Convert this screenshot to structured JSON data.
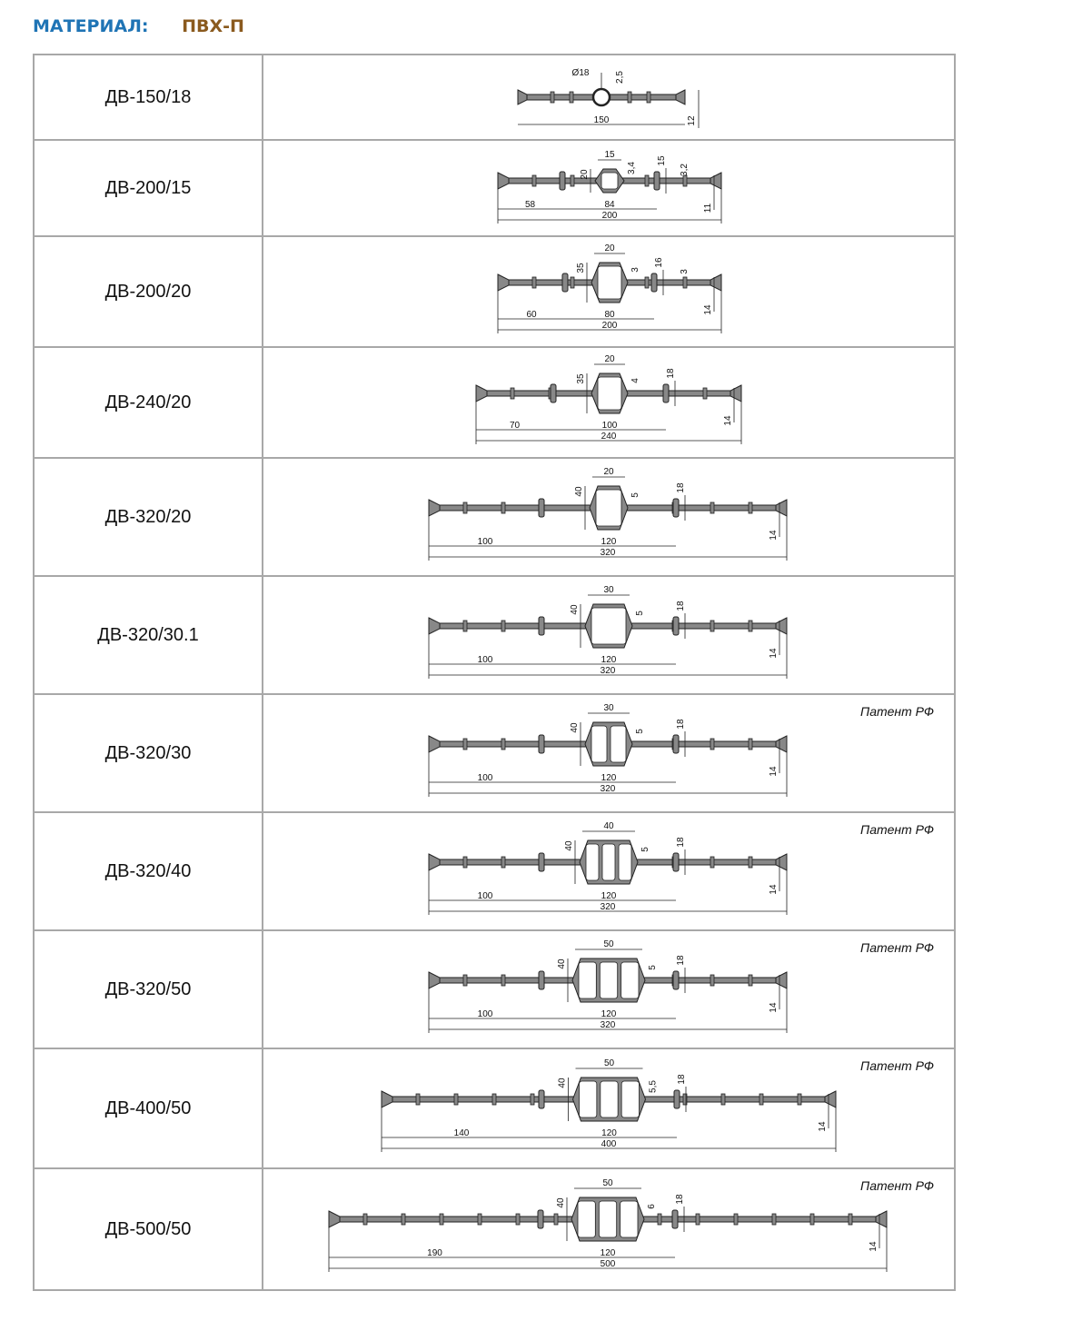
{
  "header": {
    "label": "МАТЕРИАЛ:",
    "value": "ПВХ-П"
  },
  "rows": [
    {
      "name": "ДВ-150/18",
      "note": "",
      "dims": {
        "d1": "Ø18",
        "d2": "2,5",
        "w": "150",
        "h": "12"
      }
    },
    {
      "name": "ДВ-200/15",
      "note": "",
      "dims": {
        "a": "20",
        "b": "15",
        "c": "3,4",
        "d": "15",
        "e": "3,2",
        "f": "11",
        "left": "58",
        "mid": "84",
        "total": "200"
      }
    },
    {
      "name": "ДВ-200/20",
      "note": "",
      "dims": {
        "a": "35",
        "b": "20",
        "c": "3",
        "d": "16",
        "e": "3",
        "f": "14",
        "left": "60",
        "mid": "80",
        "total": "200"
      }
    },
    {
      "name": "ДВ-240/20",
      "note": "",
      "dims": {
        "a": "35",
        "b": "20",
        "c": "4",
        "d": "18",
        "f": "14",
        "left": "70",
        "mid": "100",
        "total": "240"
      }
    },
    {
      "name": "ДВ-320/20",
      "note": "",
      "dims": {
        "a": "40",
        "b": "20",
        "c": "5",
        "d": "18",
        "f": "14",
        "left": "100",
        "mid": "120",
        "total": "320"
      }
    },
    {
      "name": "ДВ-320/30.1",
      "note": "",
      "dims": {
        "a": "40",
        "b": "30",
        "c": "5",
        "d": "18",
        "f": "14",
        "left": "100",
        "mid": "120",
        "total": "320"
      }
    },
    {
      "name": "ДВ-320/30",
      "note": "Патент РФ",
      "dims": {
        "a": "40",
        "b": "30",
        "c": "5",
        "d": "18",
        "f": "14",
        "left": "100",
        "mid": "120",
        "total": "320"
      }
    },
    {
      "name": "ДВ-320/40",
      "note": "Патент РФ",
      "dims": {
        "a": "40",
        "b": "40",
        "c": "5",
        "d": "18",
        "f": "14",
        "left": "100",
        "mid": "120",
        "total": "320"
      }
    },
    {
      "name": "ДВ-320/50",
      "note": "Патент РФ",
      "dims": {
        "a": "40",
        "b": "50",
        "c": "5",
        "d": "18",
        "f": "14",
        "left": "100",
        "mid": "120",
        "total": "320"
      }
    },
    {
      "name": "ДВ-400/50",
      "note": "Патент РФ",
      "dims": {
        "a": "40",
        "b": "50",
        "c": "5,5",
        "d": "18",
        "f": "14",
        "left": "140",
        "mid": "120",
        "total": "400"
      }
    },
    {
      "name": "ДВ-500/50",
      "note": "Патент РФ",
      "dims": {
        "a": "40",
        "b": "50",
        "c": "6",
        "d": "18",
        "f": "14",
        "left": "190",
        "mid": "120",
        "total": "500"
      }
    }
  ]
}
